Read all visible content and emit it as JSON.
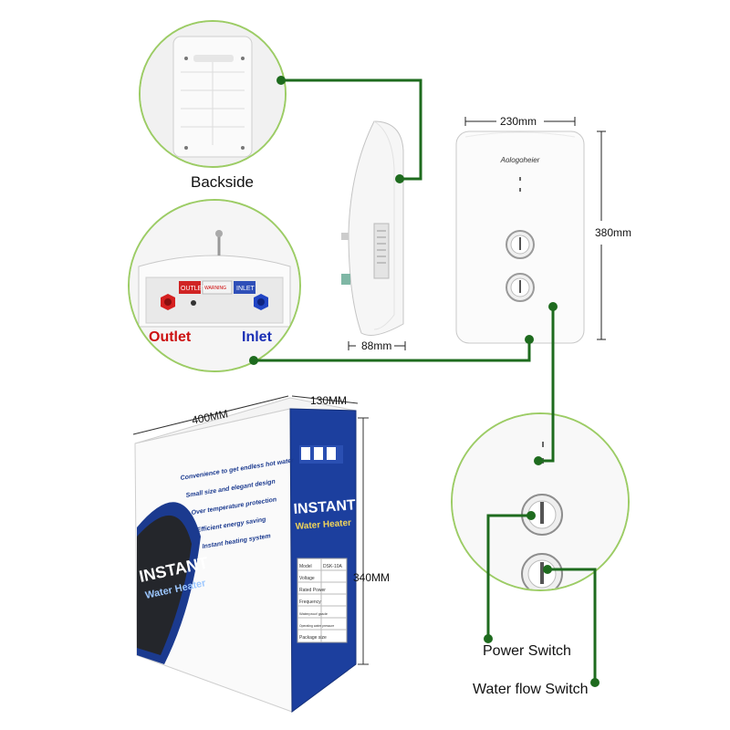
{
  "labels": {
    "backside": "Backside",
    "outlet": "Outlet",
    "inlet": "Inlet",
    "power_switch": "Power Switch",
    "water_flow_switch": "Water flow Switch"
  },
  "dimensions": {
    "width": "230mm",
    "height": "380mm",
    "depth": "88mm",
    "box_length": "400MM",
    "box_width": "130MM",
    "box_height": "340MM"
  },
  "device": {
    "brand": "Aologoheier",
    "outlet_tag": "OUTLET",
    "inlet_tag": "INLET",
    "warning_tag": "WARNING"
  },
  "box": {
    "features": [
      "Convenience to get endless hot water",
      "Small size and elegant design",
      "Over temperature protection",
      "Efficient energy saving",
      "Instant heating system"
    ],
    "title_line1": "INSTANT",
    "title_line2": "Water Heater",
    "spec_rows": [
      "Model",
      "Voltage",
      "Rated Power",
      "Frequency",
      "Waterproof grade",
      "Operating water pressure",
      "Package size"
    ],
    "model_value": "DSK-10A"
  },
  "colors": {
    "accent_green": "#1e6b1e",
    "circle_border": "#9ccc65",
    "outlet_red": "#cc1111",
    "inlet_blue": "#1a2fb5",
    "box_blue": "#1c3f9e"
  }
}
